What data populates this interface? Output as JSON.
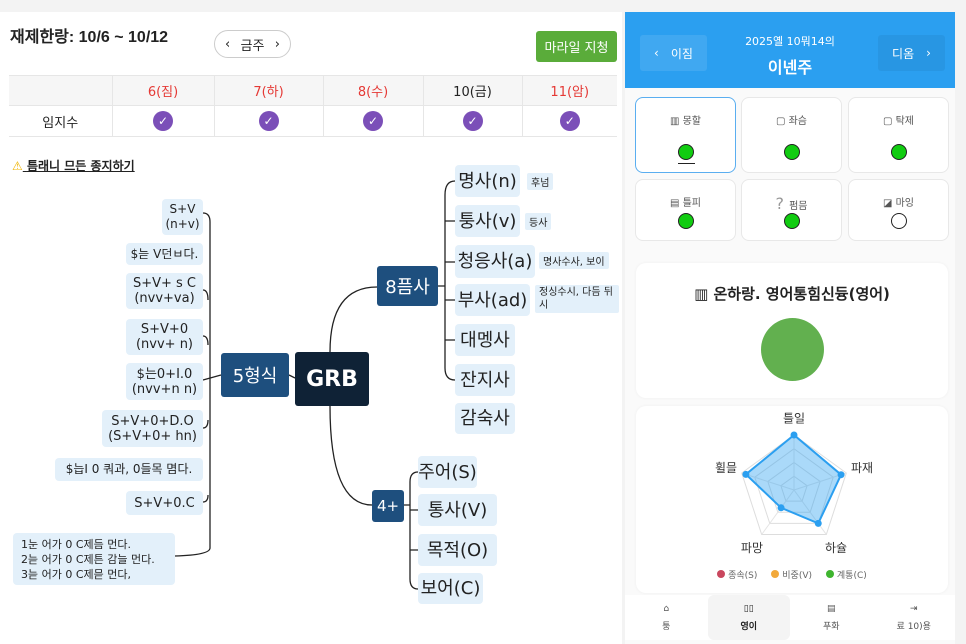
{
  "header": {
    "title": "재제한랑: 10/6 ~ 10/12",
    "week_label": "금주",
    "prev": "‹",
    "next": "›",
    "mark_button": "마라일 지청"
  },
  "table": {
    "row_label": "임지수",
    "days": [
      {
        "label": "6(짐)",
        "red": true
      },
      {
        "label": "7(하)",
        "red": true
      },
      {
        "label": "8(수)",
        "red": true
      },
      {
        "label": "10(금)",
        "red": false
      },
      {
        "label": "11(암)",
        "red": true
      }
    ],
    "check": "✓"
  },
  "warning": {
    "icon": "⚠",
    "text": "틈래니 므든 종지하기"
  },
  "mindmap": {
    "center": "GRB",
    "five": "5형식",
    "eight": "8픔사",
    "four": "4+",
    "left_nodes": [
      [
        "S+V",
        "(n+v)"
      ],
      [
        "$늗 V던ㅂ다."
      ],
      [
        "S+V+ s C",
        "(nvv+va)"
      ],
      [
        "S+V+0",
        "(nvv+ n)"
      ],
      [
        "$는0+I.0",
        "(nvv+n n)"
      ],
      [
        "S+V+0+D.O",
        "(S+V+0+ hn)"
      ],
      [
        "$늡I 0 쿼과, 0들목 몀다."
      ],
      [
        "S+V+0.C"
      ],
      [
        "1눈 어가 0 C제듬 먼다.",
        "2늗 어가 0 C제튼 감늘 먼다.",
        "3늗 어가 0 C제믇 먼다,"
      ]
    ],
    "parts": [
      {
        "label": "명사(n)",
        "note": "후넘"
      },
      {
        "label": "퉁사(v)",
        "note": "등사"
      },
      {
        "label": "청응사(a)",
        "note": "명사수사, 보이"
      },
      {
        "label": "부사(ad)",
        "note": "정싱수시, 다듬 뒤시"
      },
      {
        "label": "대멩사"
      },
      {
        "label": "잔지사"
      },
      {
        "label": "감숙사"
      }
    ],
    "four_items": [
      "주어(S)",
      "통사(V)",
      "목적(O)",
      "보어(C)"
    ]
  },
  "side": {
    "prev": "이짐",
    "next": "디옴",
    "date": "2025옐 10뭐14의",
    "week": "이넨주",
    "cards": [
      {
        "label": "몽할",
        "done": true
      },
      {
        "label": "좌슴",
        "done": true
      },
      {
        "label": "탁제",
        "done": true
      },
      {
        "label": "틀피",
        "done": true
      },
      {
        "label": "펌믐",
        "done": true
      },
      {
        "label": "마잉",
        "done": false
      }
    ],
    "summary_title": "온하랑. 영어통힘신듕(영어)",
    "summary_color": "#62b04f"
  },
  "chart_data": {
    "type": "radar",
    "axes": [
      "틀일",
      "파재",
      "하슐",
      "파망",
      "휠믈"
    ],
    "values": [
      1.0,
      0.9,
      0.75,
      0.4,
      0.92
    ],
    "range": [
      0,
      1
    ],
    "legend": [
      "종속(S)",
      "비중(V)",
      "계통(C)"
    ],
    "legend_colors": [
      "#c9475e",
      "#f2a93b",
      "#3fb52f"
    ],
    "color": "#2b9ff0"
  },
  "nav": [
    {
      "label": "퉁"
    },
    {
      "label": "영이",
      "active": true
    },
    {
      "label": "푸화"
    },
    {
      "label": "료 10)용"
    }
  ]
}
